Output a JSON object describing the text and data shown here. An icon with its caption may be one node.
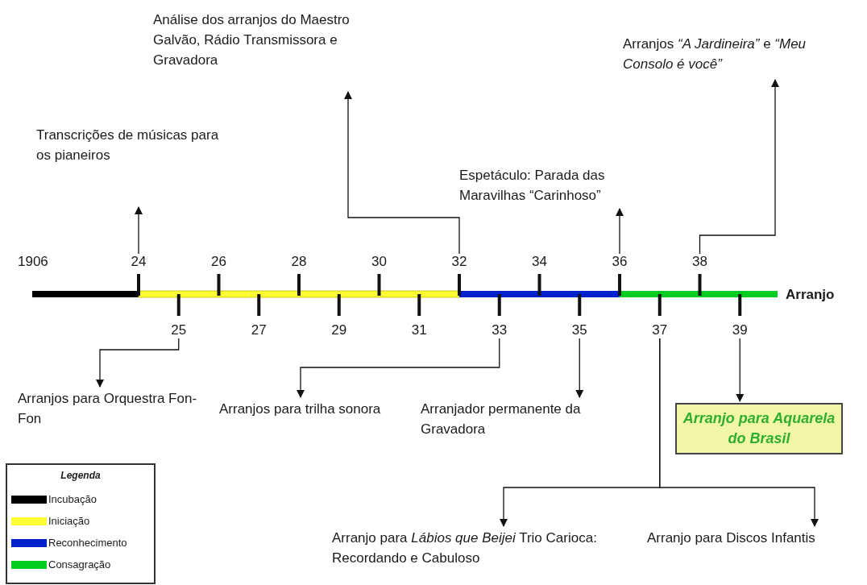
{
  "diagram": {
    "nodes": [
      {
        "text": [
          "24"
        ]
      },
      {
        "text": [
          "Transcrições de músicas para os pianeiros"
        ]
      },
      {
        "text": [
          "32"
        ]
      },
      {
        "text": [
          "Análise dos arranjos do Maestro Galvão, Rádio Transmissora e Gravadora"
        ]
      },
      {
        "text": [
          "36"
        ]
      },
      {
        "text": [
          "Espetáculo: Parada das Maravilhas “Carinhoso”"
        ]
      },
      {
        "text": [
          "38"
        ]
      },
      {
        "text": [
          "Arranjos *“A Jardineira”* e *“Meu Consolo é você”*"
        ]
      },
      {
        "text": [
          "25"
        ]
      },
      {
        "text": [
          "Arranjos para Orquestra Fon-Fon"
        ]
      },
      {
        "text": [
          "33"
        ]
      },
      {
        "text": [
          "Arranjos para trilha sonora"
        ]
      },
      {
        "text": [
          "35"
        ]
      },
      {
        "text": [
          "Arranjador permanente da Gravadora"
        ]
      },
      {
        "text": [
          "37"
        ]
      },
      {
        "text": [
          "Arranjo para *Lábios que Beijei* Trio Carioca: Recordando e Cabuloso"
        ]
      },
      {
        "text": [
          "Arranjo para Discos Infantis"
        ]
      },
      {
        "text": [
          "39"
        ]
      },
      {
        "text": [
          "Arranjo para Aquarela do Brasil"
        ]
      }
    ],
    "edges": [
      {
        "from": 0,
        "to": 1,
        "arrow": "to"
      },
      {
        "from": 2,
        "to": 3,
        "arrow": "to"
      },
      {
        "from": 4,
        "to": 5,
        "arrow": "to"
      },
      {
        "from": 6,
        "to": 7,
        "arrow": "to"
      },
      {
        "from": 8,
        "to": 9,
        "arrow": "to"
      },
      {
        "from": 10,
        "to": 11,
        "arrow": "to"
      },
      {
        "from": 12,
        "to": 13,
        "arrow": "to"
      },
      {
        "from": 14,
        "to": 15,
        "arrow": "to"
      },
      {
        "from": 14,
        "to": 16,
        "arrow": "to"
      },
      {
        "from": 17,
        "to": 18,
        "arrow": "to"
      }
    ],
    "labels": [
      "1906",
      "26",
      "28",
      "30",
      "34",
      "Arranjo",
      "27",
      "29",
      "31",
      "Legenda"
    ],
    "legend": [
      {
        "text": "Incubação",
        "color": "#000000"
      },
      {
        "text": "Iniciação",
        "color": "#ffff33"
      },
      {
        "text": "Reconhecimento",
        "color": "#0022cc"
      },
      {
        "text": "Consagração",
        "color": "#00cc22"
      }
    ]
  }
}
